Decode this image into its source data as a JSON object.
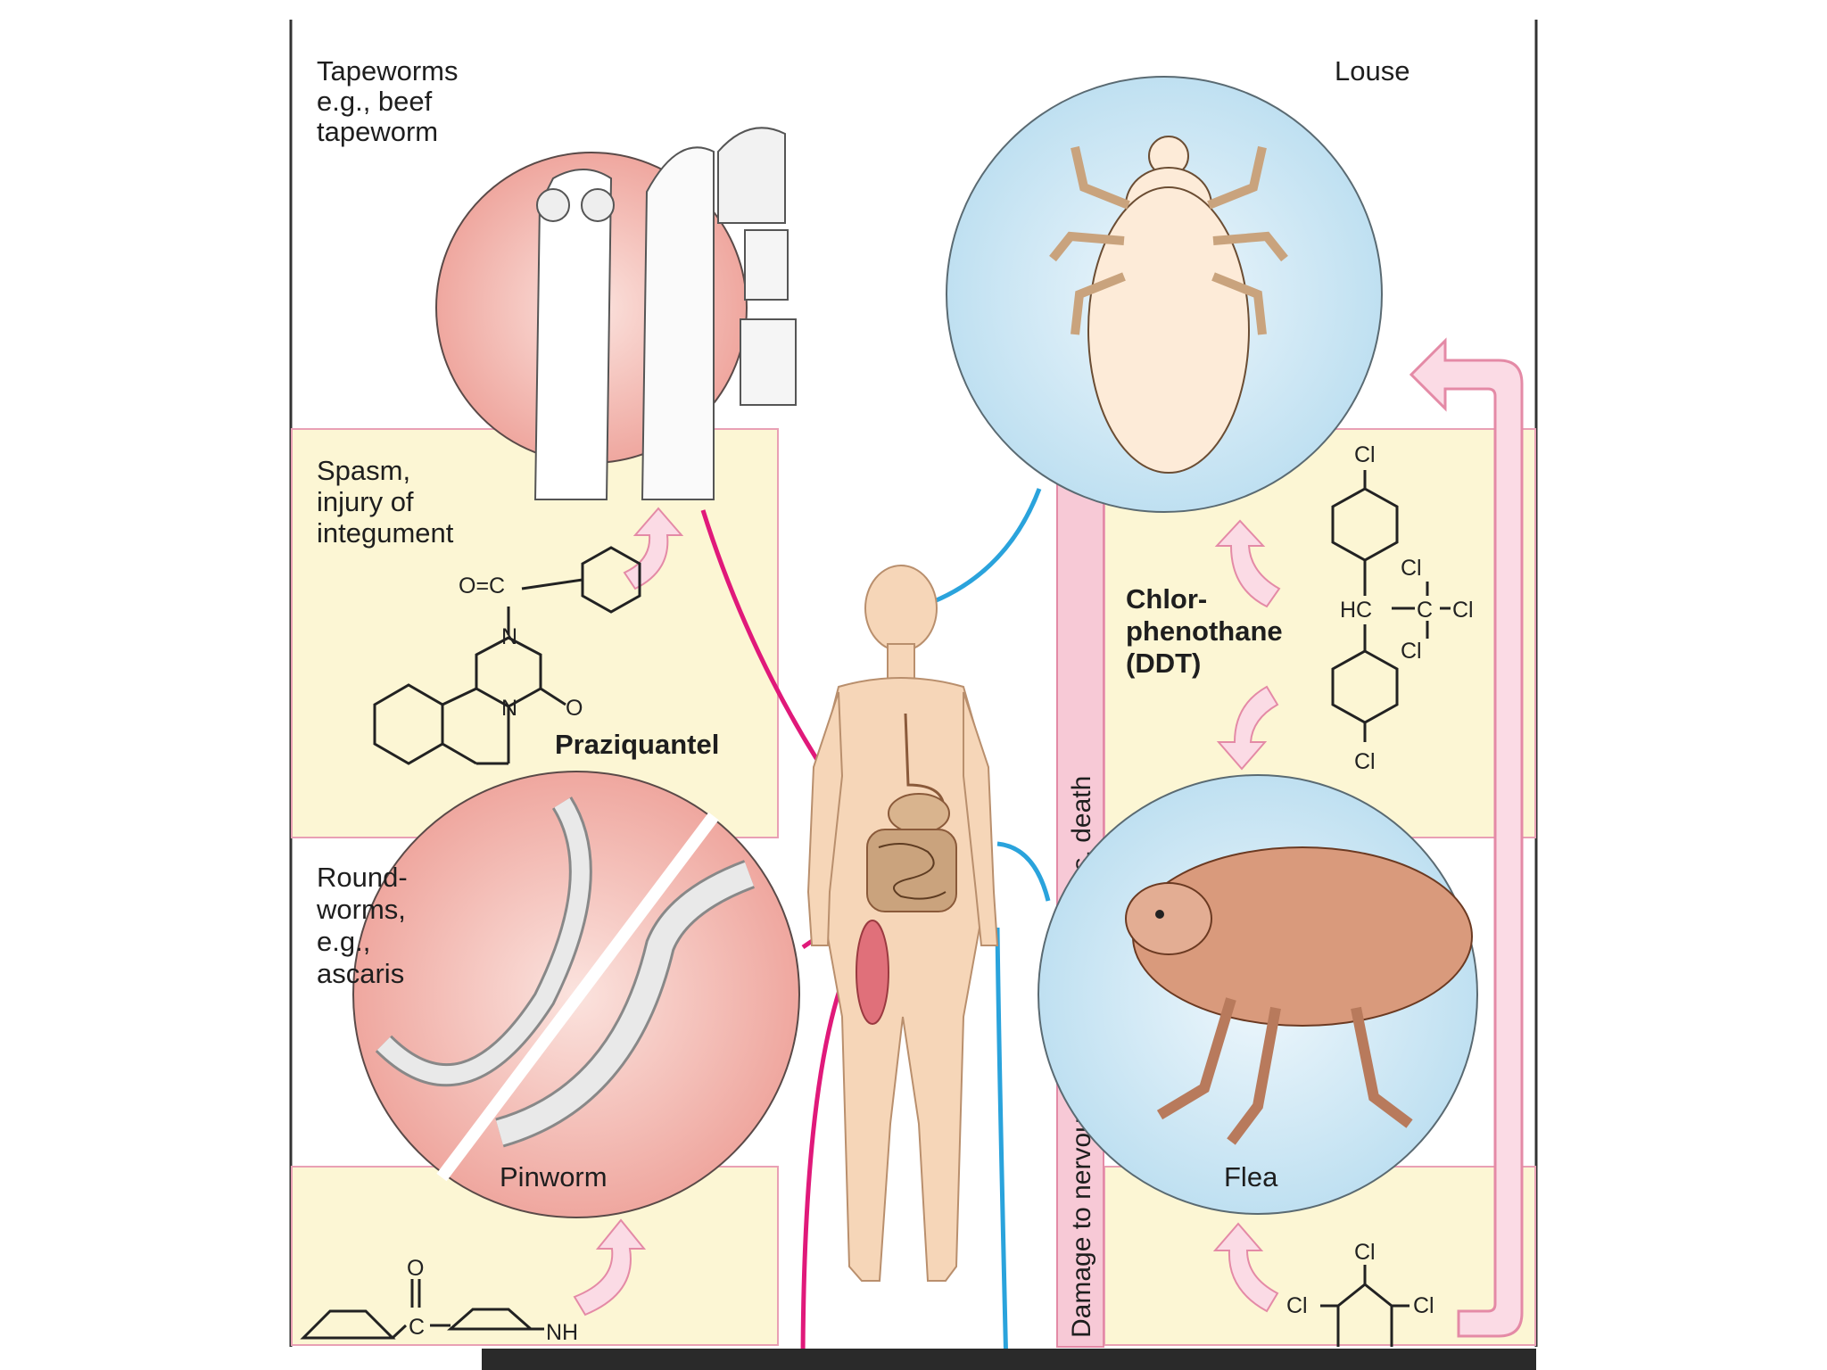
{
  "labels": {
    "tapeworms": [
      "Tapeworms",
      "e.g., beef",
      "tapeworm"
    ],
    "louse": "Louse",
    "spasm": [
      "Spasm,",
      "injury of",
      "integument"
    ],
    "praziquantel": "Praziquantel",
    "roundworms": [
      "Round-",
      "worms,",
      "e.g.,",
      "ascaris"
    ],
    "pinworm": "Pinworm",
    "ddt_name": [
      "Chlor-",
      "phenothane",
      "(DDT)"
    ],
    "flea": "Flea",
    "nervous_damage": "Damage to nervous system: convulsions, death"
  },
  "chem": {
    "o_eq_c": "O=C",
    "n": "N",
    "o": "O",
    "cl": "Cl",
    "hc": "HC",
    "c": "C",
    "nh": "NH"
  },
  "colors": {
    "panel_yellow": "#fcf6d4",
    "panel_border": "#e9a0b4",
    "pink_circle": "#f2b0a8",
    "blue_circle": "#cfe6f3",
    "magenta_line": "#e0197a",
    "blue_line": "#2aa3dc",
    "arrow_pink": "#f7c2d2",
    "body_skin": "#f6d6b8"
  }
}
